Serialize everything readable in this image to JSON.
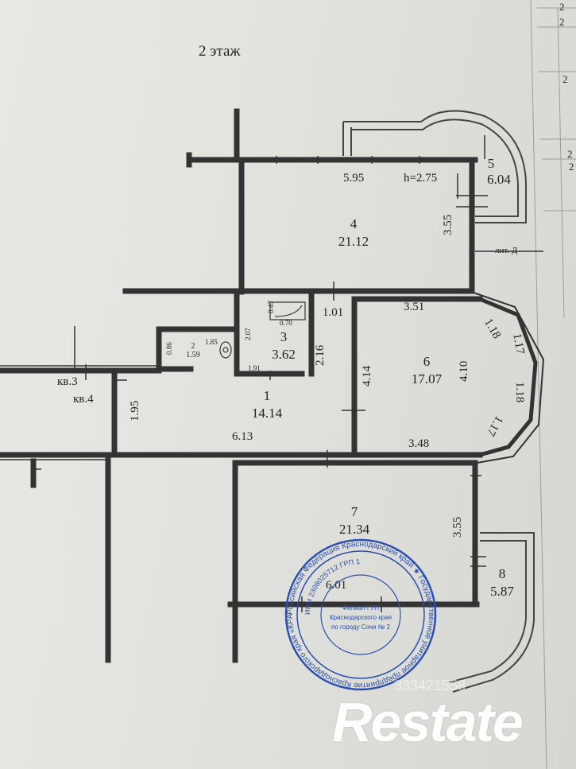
{
  "title": "2 этаж",
  "rooms": {
    "r1": {
      "num": "1",
      "area": "14.14"
    },
    "r2": {
      "num": "2",
      "area": "1.59"
    },
    "r3": {
      "num": "3",
      "area": "3.62"
    },
    "r4": {
      "num": "4",
      "area": "21.12"
    },
    "r5": {
      "num": "5",
      "area": "6.04"
    },
    "r6": {
      "num": "6",
      "area": "17.07"
    },
    "r7": {
      "num": "7",
      "area": "21.34"
    },
    "r8": {
      "num": "8",
      "area": "5.87"
    }
  },
  "dims": {
    "d595": "5.95",
    "h": "h=2.75",
    "d355a": "3.55",
    "d101": "1.01",
    "d351": "3.51",
    "d216": "2.16",
    "d414": "4.14",
    "d410": "4.10",
    "d118a": "1.18",
    "d117a": "1.17",
    "d118b": "1.18",
    "d117b": "1.17",
    "d348": "3.48",
    "d613": "6.13",
    "d195": "1.95",
    "d355b": "3.55",
    "d601": "6.01",
    "d207": "2.07",
    "d047": "0.47",
    "d070": "0.70",
    "d191": "1.91",
    "d086": "0.86",
    "d185": "1.85"
  },
  "labels": {
    "kv3": "кв.3",
    "kv4": "кв.4",
    "lit": "лит. Д"
  },
  "margin": [
    "2",
    "2",
    "2",
    "2",
    "2"
  ],
  "stamp": {
    "outer": "Российская Федерация Краснодарский край ★ Государственное унитарное предприятие Краснодарского края «КРАЙТЕХИНВЕНТАРИЗАЦИЯ»",
    "inner": "ИНН 2308025712 ГРП 1",
    "center1": "Филиал ГУП",
    "center2": "Краснодарского края",
    "center3": "по городу Сочи № 2"
  },
  "watermark": "333421558",
  "bottom_note": "",
  "logo": "Restate"
}
